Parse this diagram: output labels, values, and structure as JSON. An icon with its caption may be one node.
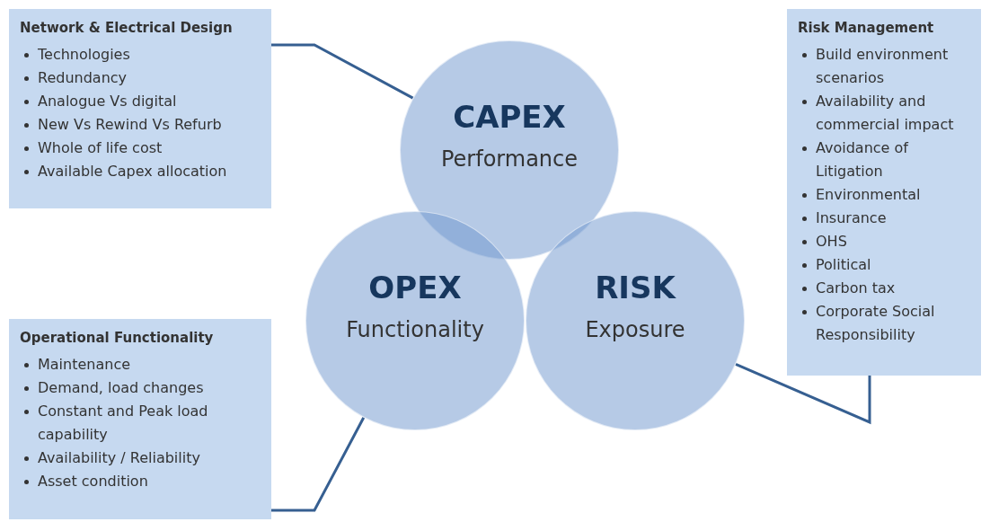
{
  "diagram": {
    "nodes": [
      {
        "text": [
          "Network & Electrical Design",
          "Technologies",
          "Redundancy",
          "Analogue Vs digital",
          "New Vs Rewind Vs Refurb",
          "Whole of life cost",
          "Available Capex allocation"
        ]
      },
      {
        "text": [
          "CAPEX",
          "Performance"
        ]
      },
      {
        "text": [
          "Risk Management",
          "Build environment scenarios",
          "Availability and commercial impact",
          "Avoidance of Litigation",
          "Environmental",
          "Insurance",
          "OHS",
          "Political",
          "Carbon tax",
          "Corporate Social Responsibility"
        ]
      },
      {
        "text": [
          "OPEX",
          "Functionality"
        ]
      },
      {
        "text": [
          "RISK",
          "Exposure"
        ]
      },
      {
        "text": [
          "Operational Functionality",
          "Maintenance",
          "Demand, load changes",
          "Constant and Peak load capability",
          "Availability / Reliability",
          "Asset condition"
        ]
      }
    ],
    "edges": [
      {
        "from": 0,
        "to": 1,
        "arrow": "none"
      },
      {
        "from": 2,
        "to": 4,
        "arrow": "none"
      },
      {
        "from": 5,
        "to": 3,
        "arrow": "none"
      }
    ]
  }
}
